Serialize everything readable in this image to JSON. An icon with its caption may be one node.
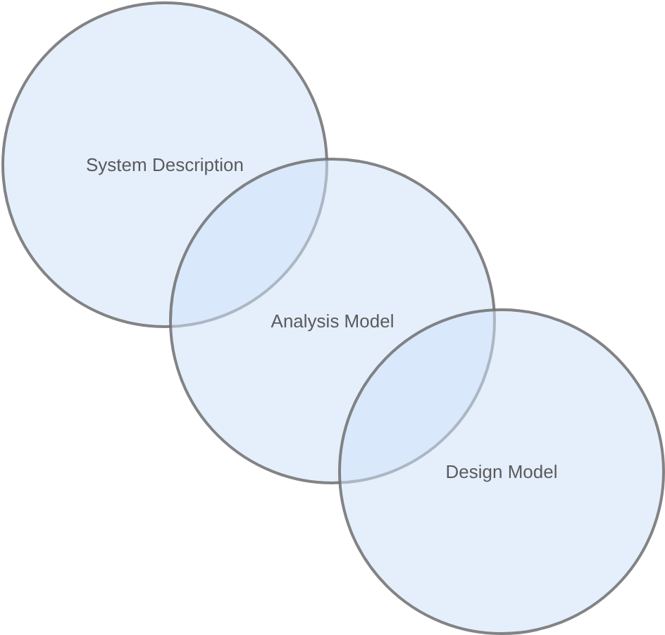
{
  "diagram": {
    "nodes": [
      {
        "text": [
          "System Description"
        ]
      },
      {
        "text": [
          "Analysis Model"
        ]
      },
      {
        "text": [
          "Design Model"
        ]
      }
    ]
  }
}
